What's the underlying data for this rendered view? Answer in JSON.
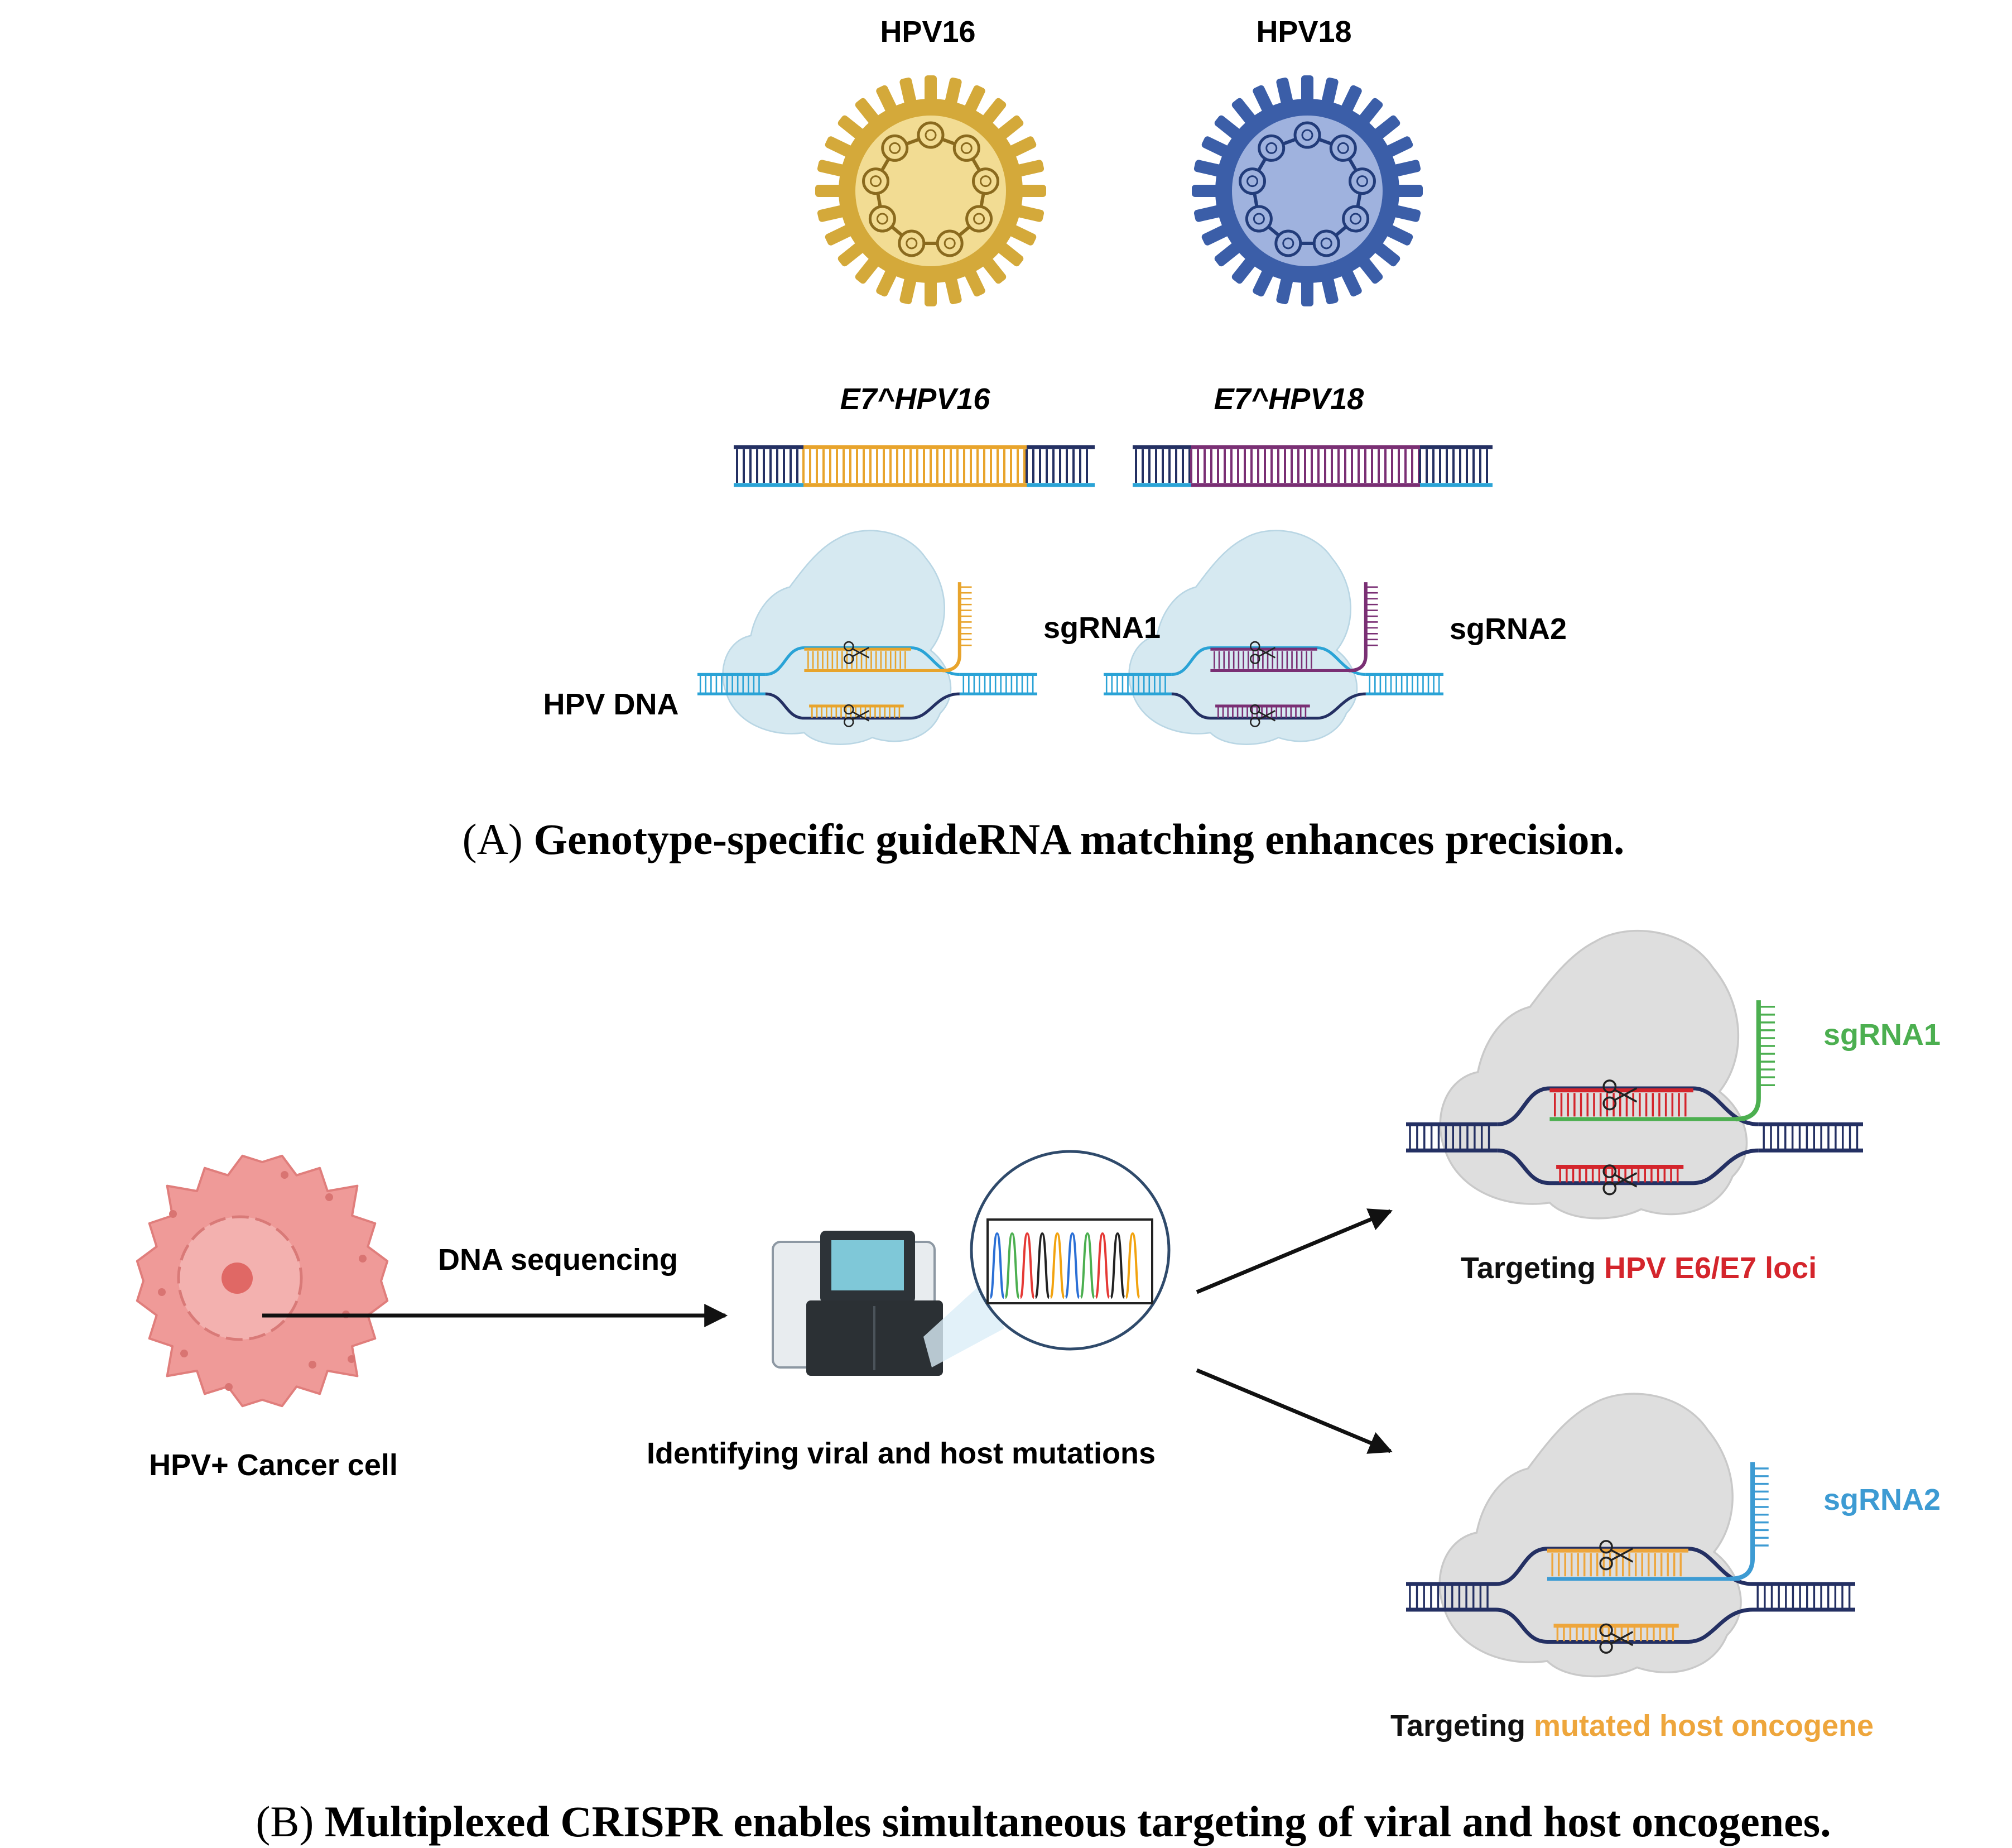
{
  "panel_a": {
    "virus_left_label": "HPV16",
    "virus_right_label": "HPV18",
    "gene_left_label": "E7^HPV16",
    "gene_right_label": "E7^HPV18",
    "sgrna_left_label": "sgRNA1",
    "sgrna_right_label": "sgRNA2",
    "hpv_dna_label": "HPV DNA",
    "caption_prefix": "(A)",
    "caption_text": "Genotype-specific guideRNA matching enhances precision."
  },
  "panel_b": {
    "dna_sequencing_label": "DNA sequencing",
    "cancer_cell_label": "HPV+ Cancer cell",
    "identify_label": "Identifying viral and host mutations",
    "top_sgrna_label": "sgRNA1",
    "bottom_sgrna_label": "sgRNA2",
    "top_target_prefix": "Targeting ",
    "top_target_highlight": "HPV E6/E7 loci",
    "bottom_target_prefix": "Targeting ",
    "bottom_target_highlight": "mutated host oncogene",
    "caption_prefix": "(B)",
    "caption_text": "Multiplexed CRISPR enables simultaneous targeting of viral and host oncogenes."
  },
  "colors": {
    "hpv16": "#e6c56a",
    "hpv18": "#4f6db8",
    "dna_blue": "#2aa3d6",
    "dna_navy": "#243063",
    "guide_orange": "#e8a42c",
    "guide_purple": "#7a2f74",
    "highlight_red": "#d4252c",
    "highlight_orange": "#eea63c",
    "sgrna_green": "#4caf50",
    "sgrna_blue": "#3d9bd3",
    "cell": "#ef9a98",
    "cas_blue": "#d6e9f1",
    "cas_grey": "#dedede"
  }
}
